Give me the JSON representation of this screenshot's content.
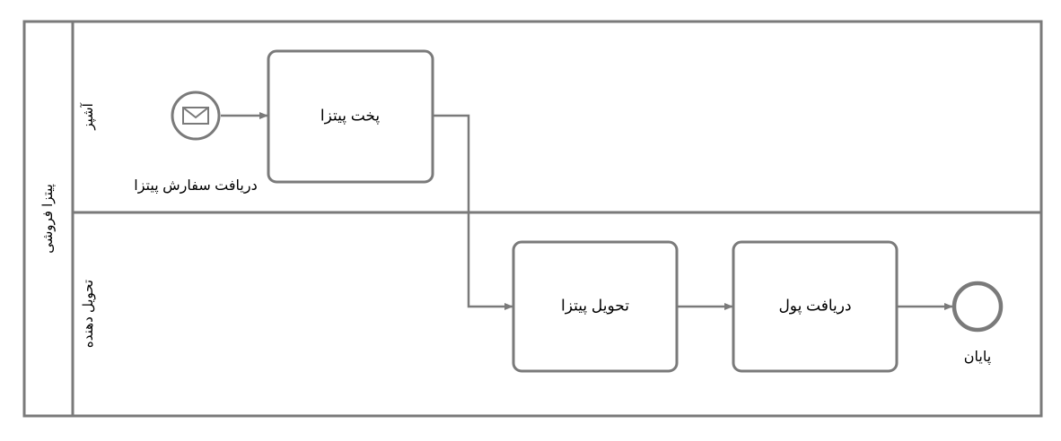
{
  "pool": {
    "name": "پیتزا فروشی",
    "lanes": [
      {
        "name": "آشپز"
      },
      {
        "name": "تحویل دهنده"
      }
    ]
  },
  "events": {
    "start": {
      "label": "دریافت سفارش پیتزا",
      "type": "message-start-event",
      "icon": "envelope-icon"
    },
    "end": {
      "label": "پایان",
      "type": "end-event"
    }
  },
  "tasks": {
    "bake": "پخت پیتزا",
    "deliver": "تحویل پیتزا",
    "payment": "دریافت پول"
  },
  "flows": [
    {
      "from": "start",
      "to": "bake"
    },
    {
      "from": "bake",
      "to": "deliver"
    },
    {
      "from": "deliver",
      "to": "payment"
    },
    {
      "from": "payment",
      "to": "end"
    }
  ],
  "colors": {
    "stroke": "#7a7a7a",
    "fill": "#ffffff",
    "text": "#000000"
  }
}
